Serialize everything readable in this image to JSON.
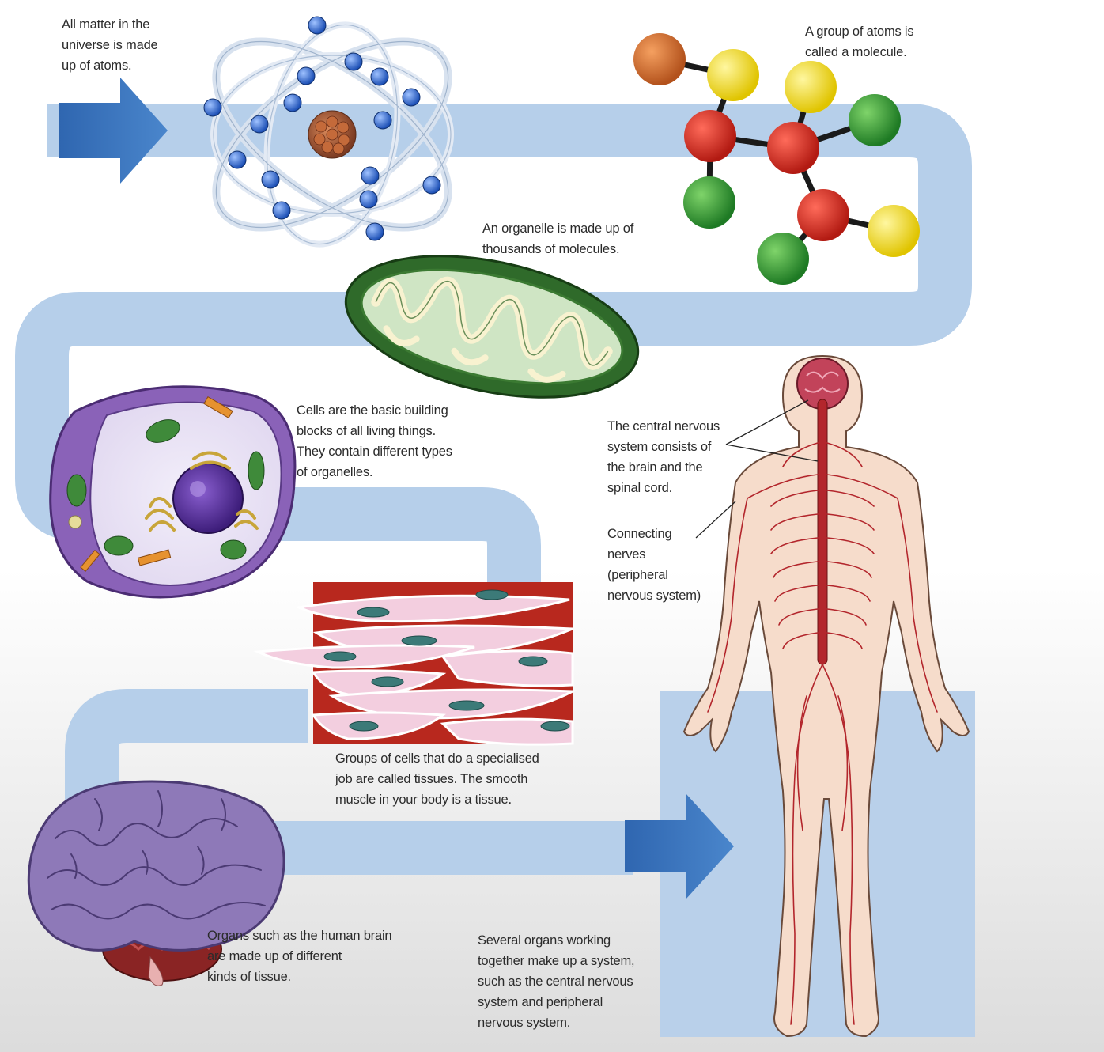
{
  "colors": {
    "pathway": "#b6cfea",
    "arrow": "#3f78bd",
    "system_panel": "#b9d0ea",
    "text": "#2b2b2b"
  },
  "labels": {
    "atoms": [
      "All matter in the",
      "universe is made",
      "up of atoms."
    ],
    "molecule": [
      "A group of atoms is",
      "called a molecule."
    ],
    "organelle": [
      "An organelle is made up of",
      "thousands of molecules."
    ],
    "cells": [
      "Cells are the basic building",
      "blocks of all living things.",
      "They contain different types",
      "of organelles."
    ],
    "tissues": [
      "Groups of cells that do a specialised",
      "job are called tissues. The smooth",
      "muscle in your body is a tissue."
    ],
    "organs": [
      "Organs such as the human brain",
      "are made up of different",
      "kinds of tissue."
    ],
    "system": [
      "Several organs working",
      "together make up a system,",
      "such as the central nervous",
      "system and peripheral",
      "nervous system."
    ],
    "cns": [
      "The central nervous",
      "system consists of",
      "the brain and the",
      "spinal cord."
    ],
    "pns": [
      "Connecting",
      "nerves",
      "(peripheral",
      "nervous system)"
    ]
  },
  "icons": [
    "atom-icon",
    "molecule-icon",
    "mitochondrion-icon",
    "cell-icon",
    "muscle-tissue-icon",
    "brain-icon",
    "nervous-system-figure"
  ]
}
